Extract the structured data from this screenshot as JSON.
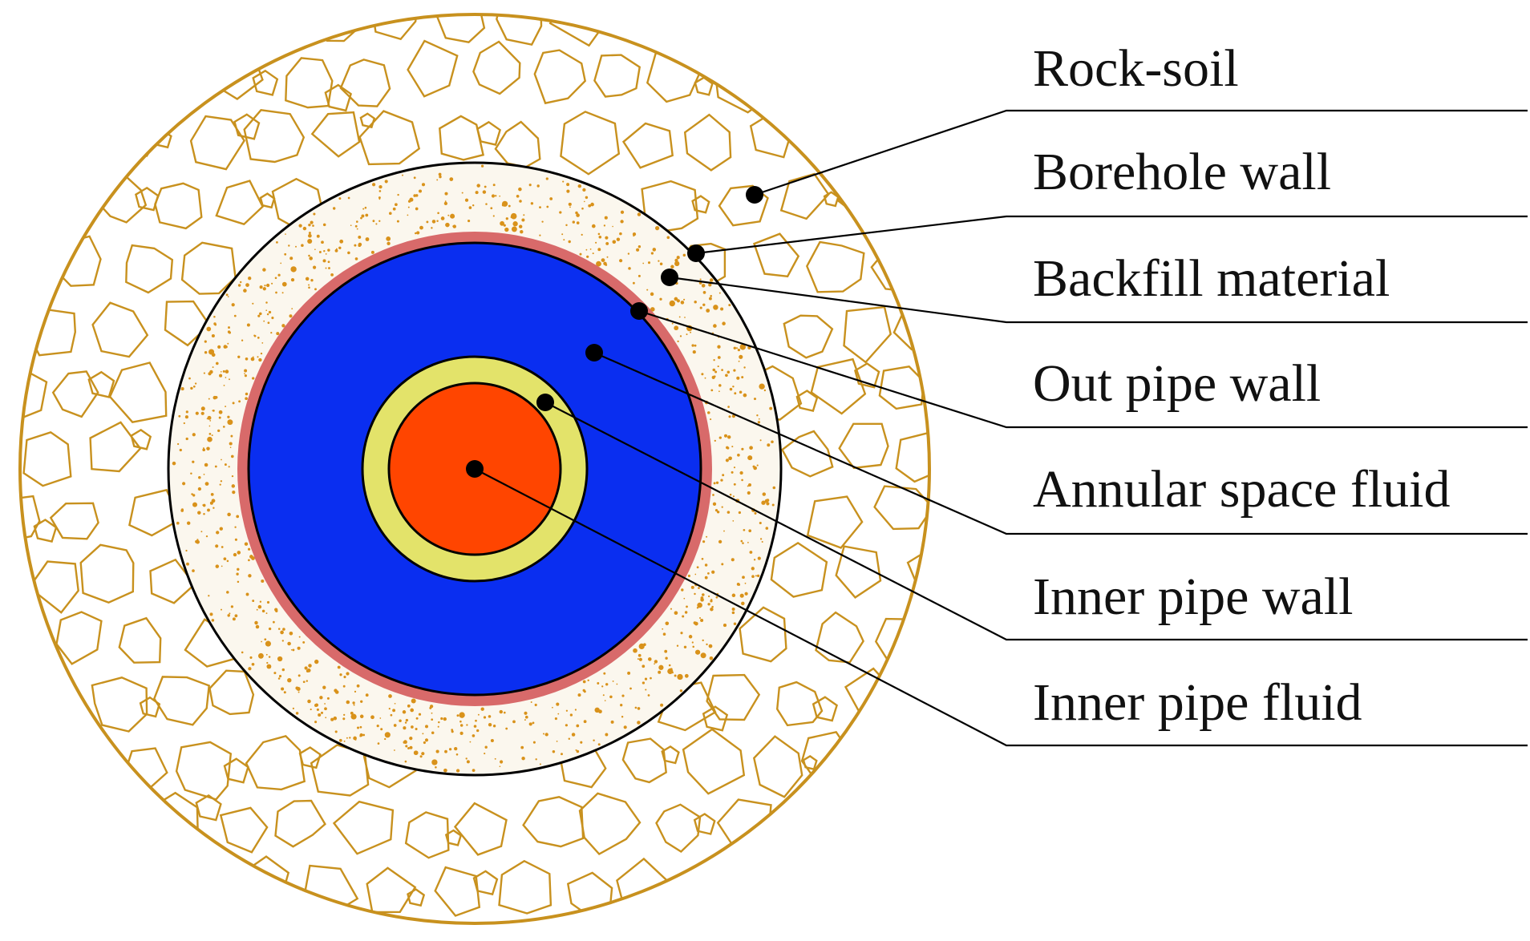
{
  "labels": [
    {
      "text": "Rock-soil"
    },
    {
      "text": "Borehole wall"
    },
    {
      "text": "Backfill material"
    },
    {
      "text": "Out pipe wall"
    },
    {
      "text": "Annular space fluid"
    },
    {
      "text": "Inner pipe wall"
    },
    {
      "text": "Inner pipe fluid"
    }
  ],
  "colors": {
    "rock_soil_outline": "#C8911E",
    "backfill_speckle": "#D9921A",
    "backfill_bg": "#FBF7EE",
    "outer_pipe_wall": "#D86A6A",
    "annular_fluid": "#0A2EF0",
    "inner_pipe_wall": "#E3E36A",
    "inner_fluid": "#FF4500",
    "line": "#000000"
  }
}
